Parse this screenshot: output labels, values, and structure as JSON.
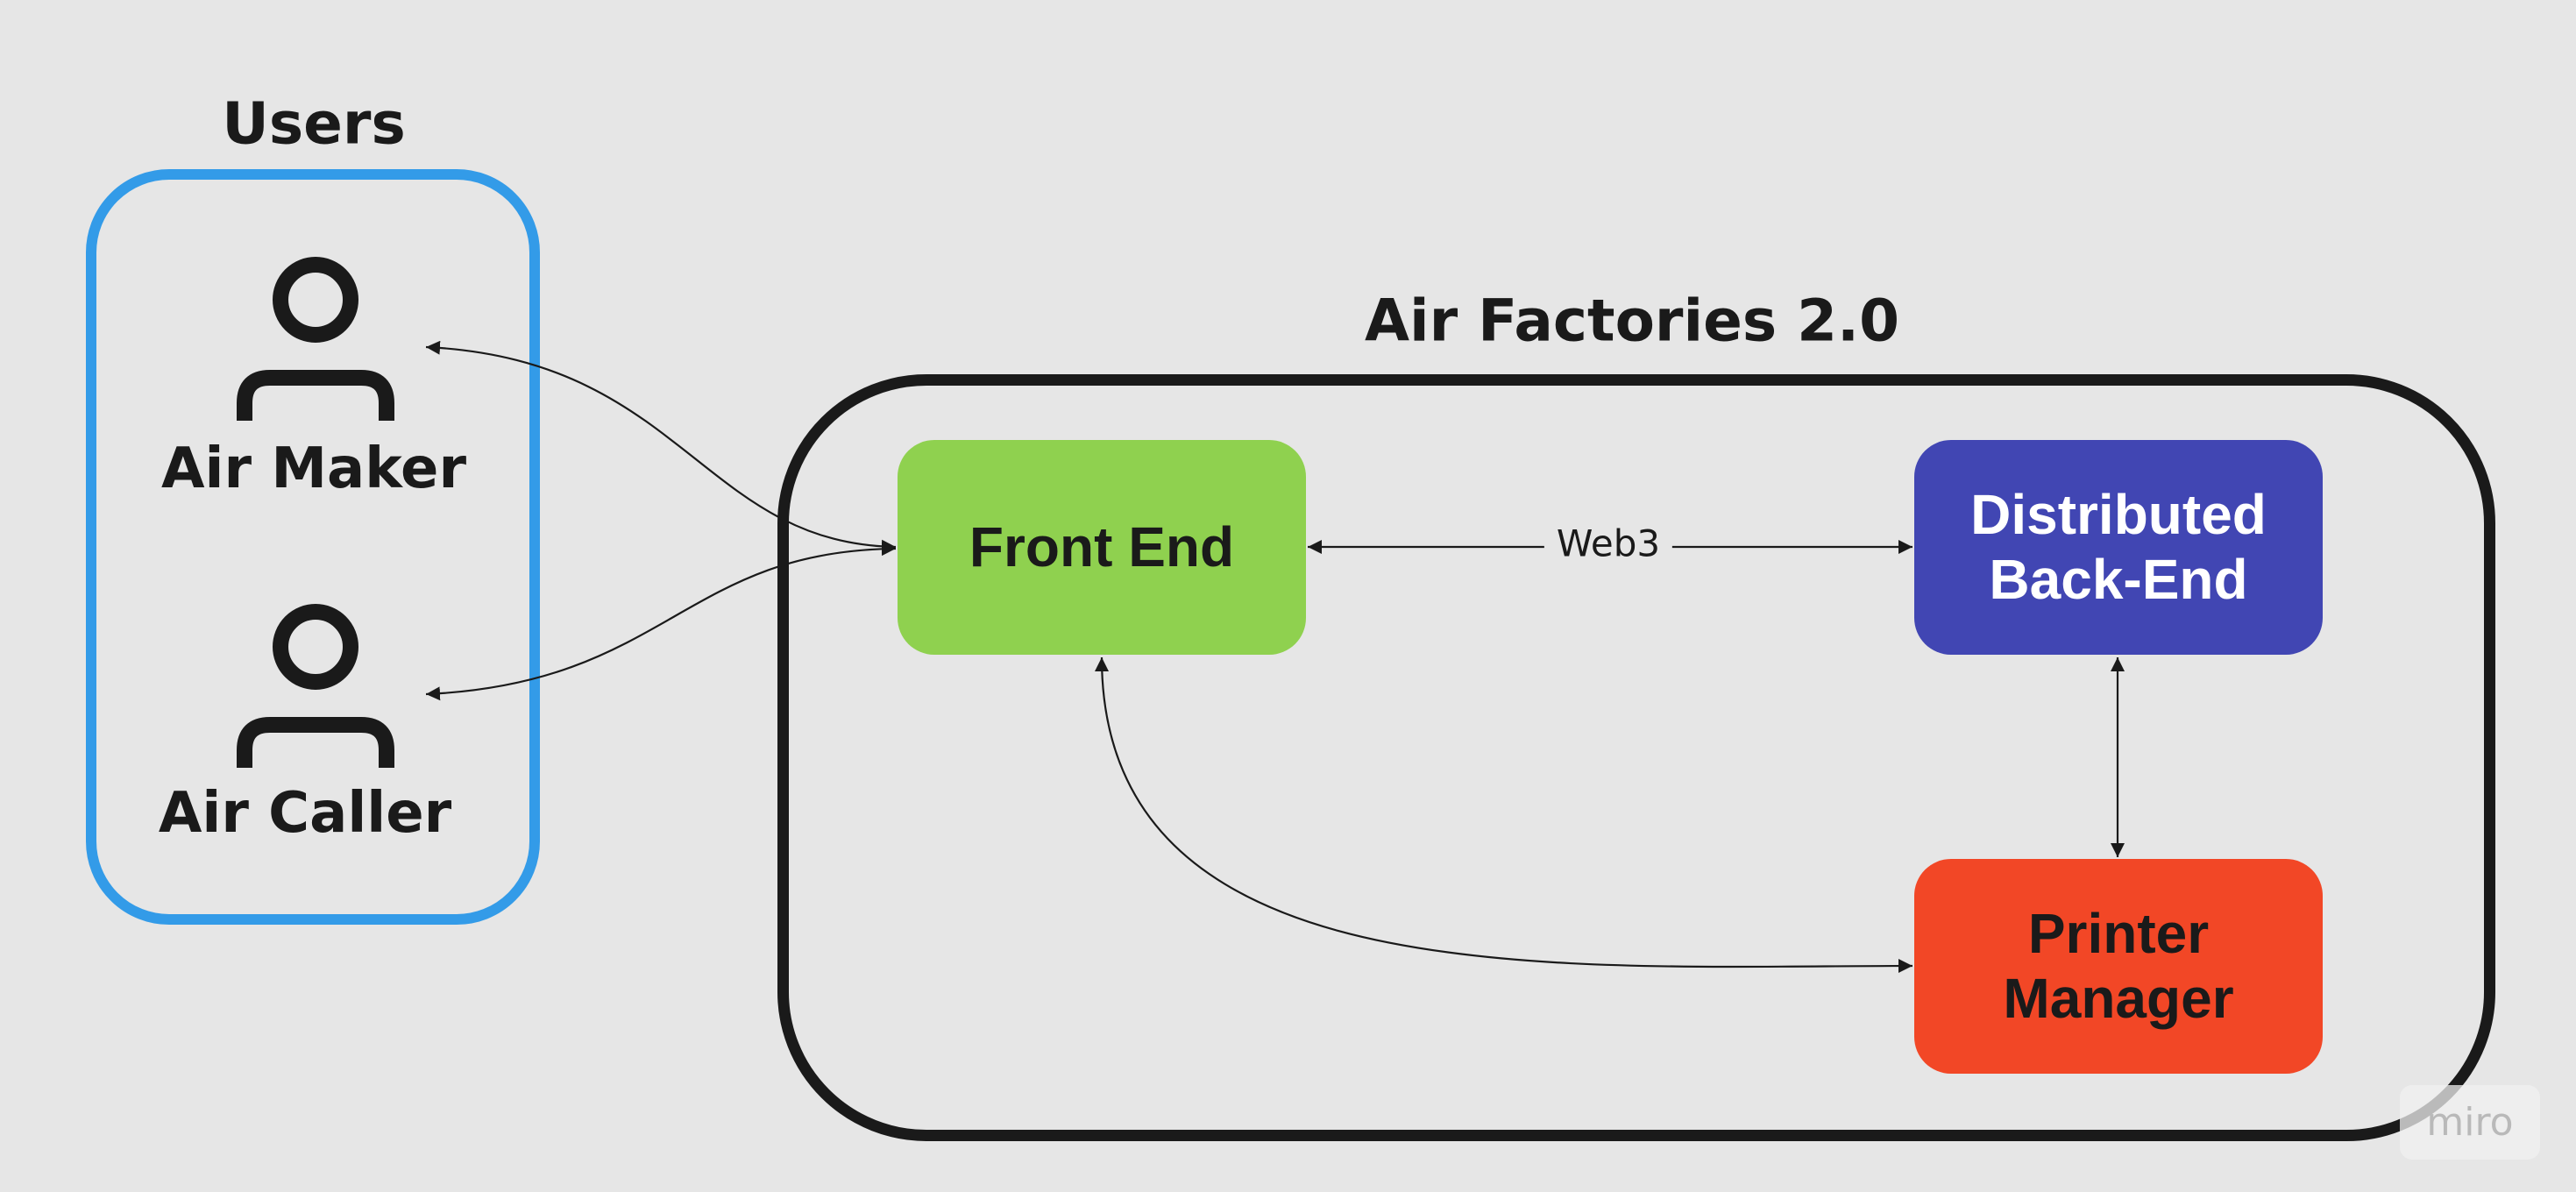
{
  "diagram": {
    "users_group": {
      "title": "Users",
      "color": "#339be8",
      "members": [
        {
          "label": "Air Maker",
          "icon": "person-icon"
        },
        {
          "label": "Air Caller",
          "icon": "person-icon"
        }
      ]
    },
    "system_group": {
      "title": "Air Factories 2.0",
      "color": "#1a1a1a"
    },
    "nodes": {
      "front_end": {
        "label": "Front End",
        "color": "#8fd14f",
        "text_color": "#1a1a1a"
      },
      "backend": {
        "line1": "Distributed",
        "line2": "Back-End",
        "color": "#4146b3",
        "text_color": "#ffffff"
      },
      "printer": {
        "line1": "Printer",
        "line2": "Manager",
        "color": "#f24726",
        "text_color": "#1a1a1a"
      }
    },
    "edges": [
      {
        "from": "Air Maker",
        "to": "Front End",
        "bidirectional": true
      },
      {
        "from": "Air Caller",
        "to": "Front End",
        "bidirectional": true
      },
      {
        "from": "Front End",
        "to": "Distributed Back-End",
        "label": "Web3",
        "bidirectional": true
      },
      {
        "from": "Distributed Back-End",
        "to": "Printer Manager",
        "bidirectional": true
      },
      {
        "from": "Front End",
        "to": "Printer Manager",
        "bidirectional": true
      }
    ]
  },
  "watermark": "miro"
}
